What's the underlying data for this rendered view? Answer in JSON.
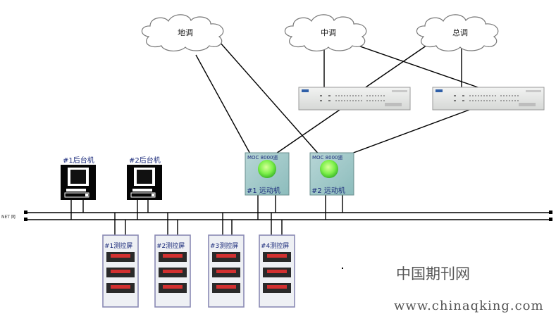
{
  "clouds": [
    {
      "label": "地调"
    },
    {
      "label": "中调"
    },
    {
      "label": "总调"
    }
  ],
  "workstations": [
    {
      "label": "#1后台机"
    },
    {
      "label": "#2后台机"
    }
  ],
  "rtus": [
    {
      "header": "MOC 8000遥",
      "label": "#1 远动机"
    },
    {
      "header": "MOC 8000遥",
      "label": "#2 远动机"
    }
  ],
  "cabinets": [
    {
      "label": "#1测控屏"
    },
    {
      "label": "#2测控屏"
    },
    {
      "label": "#3测控屏"
    },
    {
      "label": "#4测控屏"
    }
  ],
  "net_label": "NET 网",
  "watermark": {
    "cn": "中国期刊网",
    "url": "www.chinaqking.com"
  },
  "colors": {
    "line": "#000000",
    "panel": "#e4e6e4",
    "rtu_bg": "#9fc8c8",
    "rtu_led": "#7df04a",
    "cabinet_border": "#8a8ab4",
    "cabinet_bg": "#eef0f4",
    "unit_red": "#d23030"
  }
}
